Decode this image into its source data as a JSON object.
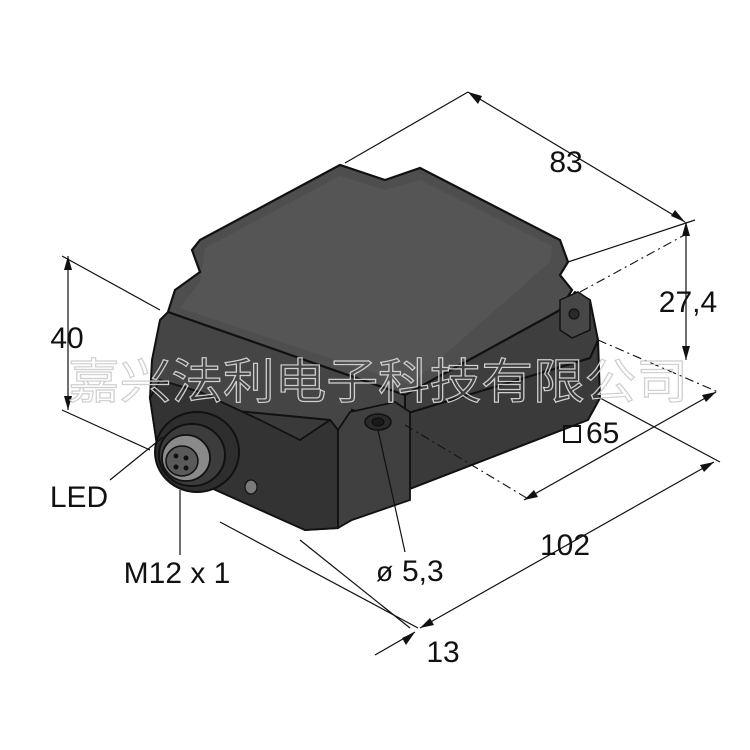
{
  "dimensions": {
    "length": "83",
    "height_body": "27,4",
    "height_total": "40",
    "square_mount": "65",
    "width": "102",
    "connector_offset": "13",
    "hole_diameter": "5,3"
  },
  "labels": {
    "led": "LED",
    "connector": "M12 x 1"
  },
  "symbols": {
    "square": "square-symbol",
    "diameter": "ø"
  },
  "watermark": "嘉兴法利电子科技有限公司",
  "colors": {
    "body": "#4a4a4a",
    "body_dark": "#2b2b2b",
    "body_top": "#505050",
    "outline": "#111111"
  }
}
